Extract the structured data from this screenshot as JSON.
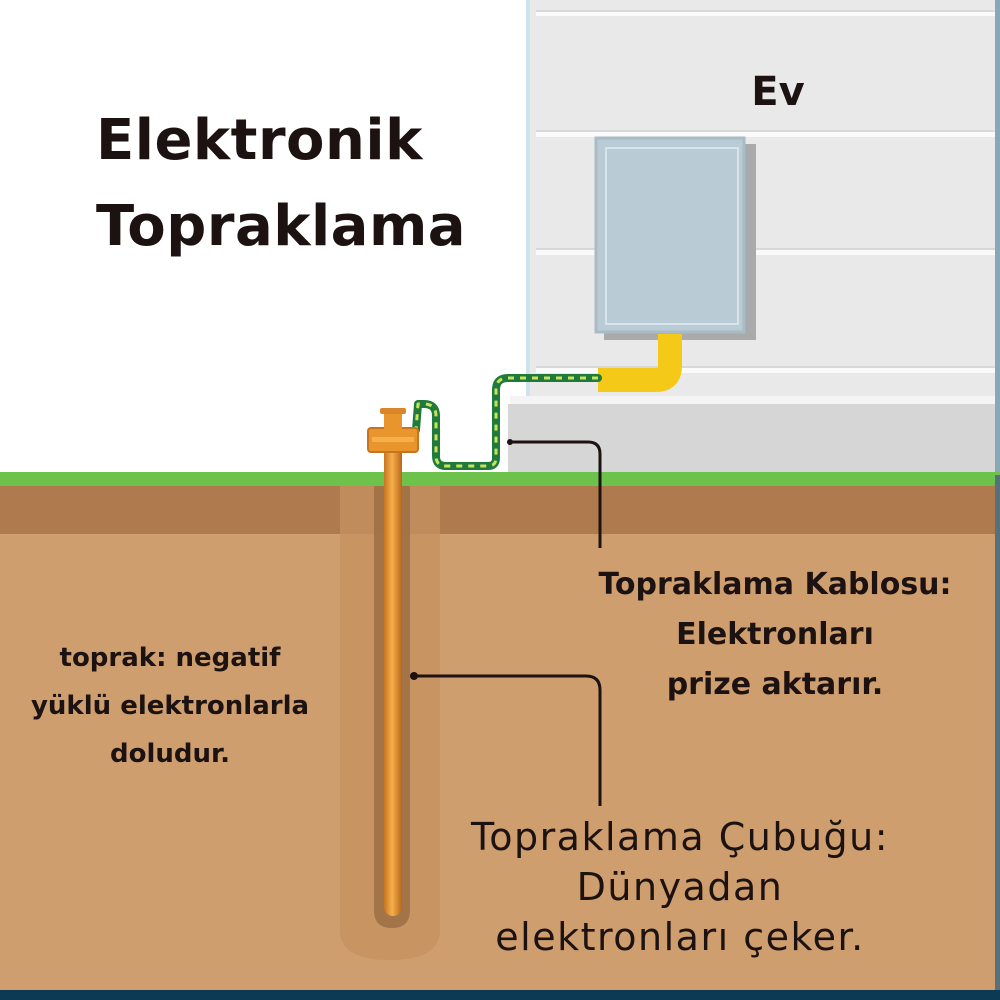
{
  "title": {
    "lines": [
      "Elektronik",
      "Topraklama"
    ]
  },
  "house": {
    "label": "Ev"
  },
  "labels": {
    "cable": {
      "lines": [
        "Topraklama Kablosu:",
        "Elektronları",
        "prize aktarır."
      ]
    },
    "soil": {
      "lines": [
        "toprak: negatif",
        "yüklü elektronlarla",
        "doludur."
      ]
    },
    "rod": {
      "lines": [
        "Topraklama Çubuğu:",
        "Dünyadan",
        "elektronları çeker."
      ]
    }
  },
  "colors": {
    "sky": "#ffffff",
    "house_wall": "#e9e9e9",
    "house_siding_line": "#f8f8f8",
    "house_foundation": "#d6d6d6",
    "grass": "#6cc24a",
    "topsoil": "#b07a4f",
    "subsoil": "#cf9e6e",
    "rod": "#e8952e",
    "rod_highlight": "#f6b04a",
    "panel": "#b9ccd6",
    "panel_border": "#a9bcc6",
    "conduit": "#f5c918",
    "wire_green": "#1f7a3c",
    "wire_yellow": "#c9e25b",
    "leader_line": "#1c1212",
    "bottom_bar": "#0c3a55"
  }
}
